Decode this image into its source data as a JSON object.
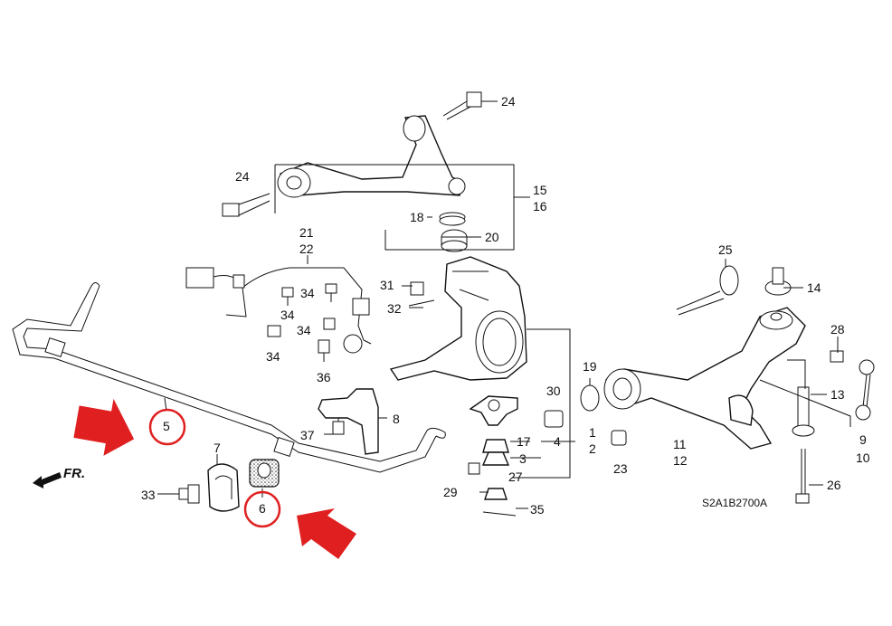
{
  "diagram_code": "S2A1B2700A",
  "front_label": "FR.",
  "highlight_color": "#e02020",
  "arrow_color": "#e02020",
  "callouts": {
    "c1": "1",
    "c2": "2",
    "c3": "3",
    "c4": "4",
    "c5": "5",
    "c6": "6",
    "c7": "7",
    "c8": "8",
    "c9": "9",
    "c10": "10",
    "c11": "11",
    "c12": "12",
    "c13": "13",
    "c14": "14",
    "c15": "15",
    "c16": "16",
    "c17": "17",
    "c18": "18",
    "c19": "19",
    "c20": "20",
    "c21": "21",
    "c22": "22",
    "c23": "23",
    "c24a": "24",
    "c24b": "24",
    "c25": "25",
    "c26": "26",
    "c27": "27",
    "c28": "28",
    "c29": "29",
    "c30": "30",
    "c31": "31",
    "c32": "32",
    "c33": "33",
    "c34a": "34",
    "c34b": "34",
    "c34c": "34",
    "c34d": "34",
    "c35": "35",
    "c36": "36",
    "c37": "37"
  }
}
